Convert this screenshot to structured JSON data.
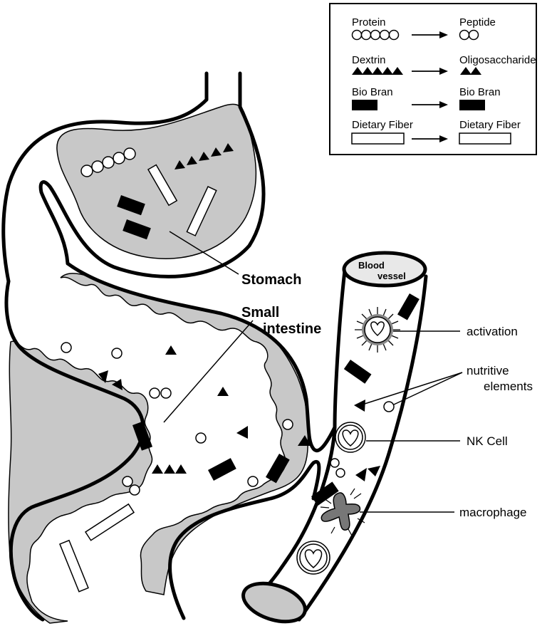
{
  "legend": {
    "rows": [
      {
        "from": "Protein",
        "to": "Peptide",
        "from_icon": "five-open-circles",
        "to_icon": "two-open-circles"
      },
      {
        "from": "Dextrin",
        "to": "Oligosaccharide",
        "from_icon": "five-black-triangles",
        "to_icon": "two-black-triangles"
      },
      {
        "from": "Bio Bran",
        "to": "Bio Bran",
        "from_icon": "black-rectangle",
        "to_icon": "black-rectangle"
      },
      {
        "from": "Dietary Fiber",
        "to": "Dietary Fiber",
        "from_icon": "open-rectangle",
        "to_icon": "open-rectangle"
      }
    ]
  },
  "labels": {
    "stomach": "Stomach",
    "small_intestine_1": "Small",
    "small_intestine_2": "intestine",
    "blood_vessel_1": "Blood",
    "blood_vessel_2": "vessel",
    "activation": "activation",
    "nutritive_1": "nutritive",
    "nutritive_2": "elements",
    "nk_cell": "NK Cell",
    "macrophage": "macrophage"
  },
  "colors": {
    "tissue_gray": "#c8c8c8",
    "macrophage_gray": "#777777",
    "outline": "#000000"
  }
}
